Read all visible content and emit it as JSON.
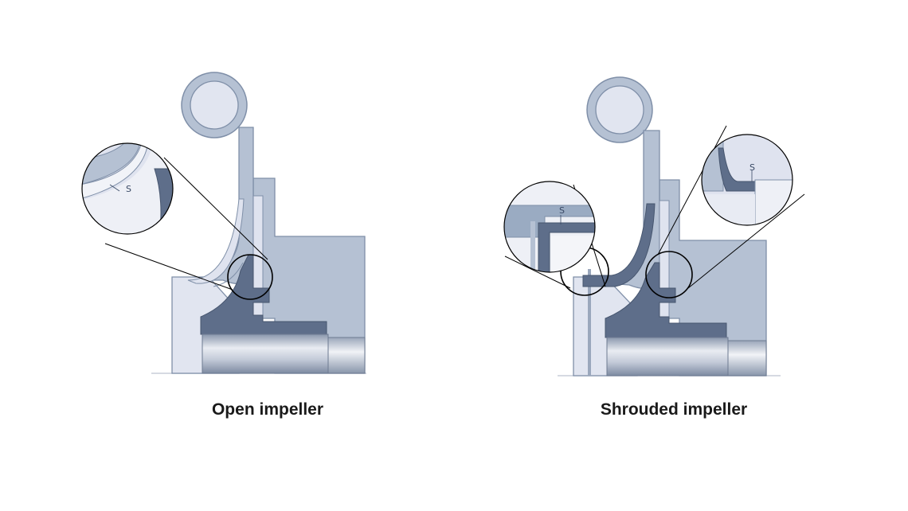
{
  "panels": [
    {
      "caption": "Open impeller",
      "gap_label": "S"
    },
    {
      "caption": "Shrouded impeller",
      "gap_label": "S",
      "gap_label_2": "S"
    }
  ],
  "colors": {
    "casing_light": "#dfe3ef",
    "casing_mid": "#b7c3d4",
    "casing_outline": "#7f8fa8",
    "impeller_dark": "#5f6f8b",
    "shaft_highlight": "#e9ecf2",
    "callout_line": "#000000"
  }
}
